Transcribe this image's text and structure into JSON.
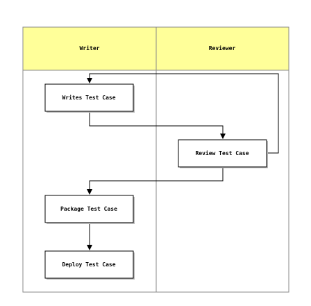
{
  "lanes": [
    {
      "label": "Writer"
    },
    {
      "label": "Reviewer"
    }
  ],
  "steps": [
    {
      "id": "write",
      "label": "Writes Test Case",
      "lane": "Writer"
    },
    {
      "id": "review",
      "label": "Review Test Case",
      "lane": "Reviewer"
    },
    {
      "id": "package",
      "label": "Package Test Case",
      "lane": "Writer"
    },
    {
      "id": "deploy",
      "label": "Deploy Test Case",
      "lane": "Writer"
    }
  ],
  "flows": [
    {
      "from": "write",
      "to": "review"
    },
    {
      "from": "review",
      "to": "write"
    },
    {
      "from": "review",
      "to": "package"
    },
    {
      "from": "package",
      "to": "deploy"
    }
  ],
  "colors": {
    "lane_header": "#ffff99",
    "lane_border": "#888888",
    "box_fill": "#ffffff",
    "box_shadow": "#bbbbbb",
    "stroke": "#000000"
  }
}
